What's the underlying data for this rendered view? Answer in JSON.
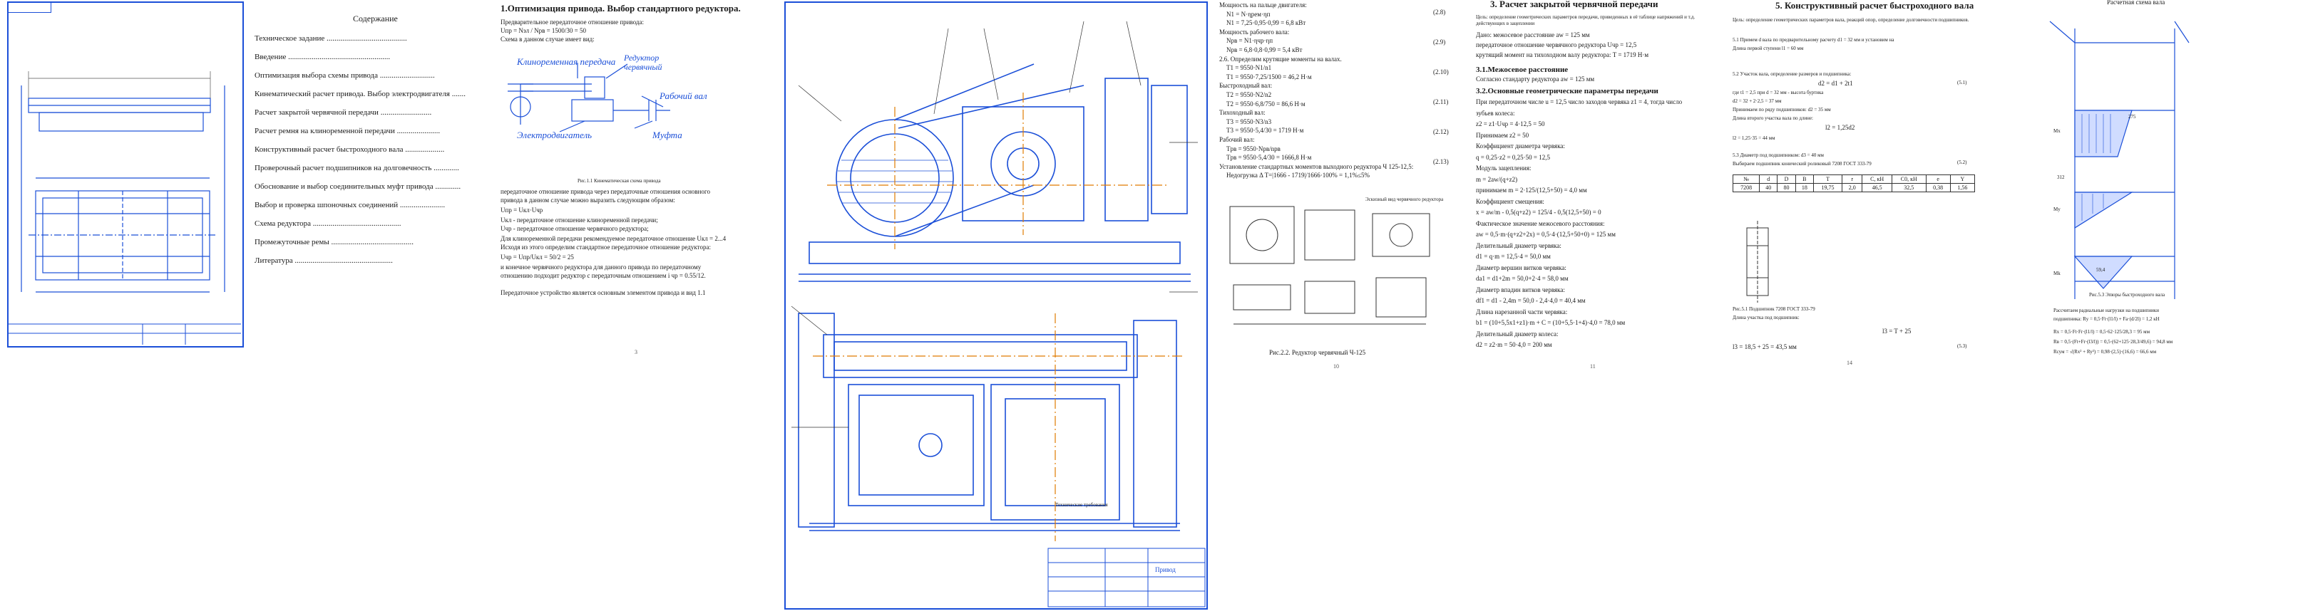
{
  "toc": {
    "title": "Содержание",
    "items": [
      "Техническое задание",
      "Введение",
      "Оптимизация выбора схемы привода",
      "Кинематический расчет привода. Выбор электродвигателя",
      "Расчет закрытой червячной передачи",
      "Расчет ремня на клиноременной передачи",
      "Конструктивный расчет быстроходного вала",
      "Проверочный расчет подшипников на долговечность",
      "Обоснование и выбор соединительных муфт привода",
      "Выбор и проверка шпоночных соединений",
      "Схема редуктора",
      "Промежуточные ремы",
      "Литература"
    ]
  },
  "section1": {
    "heading": "1.Оптимизация привода.  Выбор стандартного редуктора.",
    "intro": "Предварительное передаточное отношение привода:",
    "formula1": "Uпр = Nэл / Nрв = 1500/30 = 50",
    "scheme_label": "Схема в данном случае имеет вид:",
    "label_belt": "Клиноременная передача",
    "label_reducer": "Редуктор червячный",
    "label_motor": "Электродвигатель",
    "label_shaft": "Рабочий вал",
    "label_coupling": "Муфта",
    "fig_caption": "Рис.1.1 Кинематическая схема привода",
    "para1": "передаточное отношение привода через передаточные отношения основного",
    "para2": "привода в данном случае можно выразить следующим образом:",
    "formula2": "Uпр = Uкл·Uчр",
    "def1": "Uкл - передаточное отношение клиноременной передачи;",
    "def2": "Uчр - передаточное отношение червячного редуктора;",
    "para3": "Для клиноременной передачи рекомендуемое передаточное отношение Uкл = 2...4",
    "para4": "Исходя из этого определим стандартное передаточное отношение редуктора:",
    "formula3": "Uчр = Uпр/Uкл = 50/2 = 25",
    "para5": "и конечное червячного редуктора для данного привода по передаточному",
    "para6": "отношению подходит редуктор с передаточным отношением i чр = 0.55/12.",
    "para7": "Передаточное устройство является основным элементом привода и вид 1.1",
    "page": "3"
  },
  "drawing": {
    "annotation1": "Технические требования",
    "stamp": "Привод",
    "page": ""
  },
  "section2": {
    "lines": [
      "Мощность на пальце двигателя:",
      "N1 = N·ηрем·ηп",
      "N1 = 7,25·0,95·0,99 = 6,8 кВт",
      "Мощность рабочего вала:",
      "Nрв = N1·ηчр·ηп",
      "Nрв = 6,8·0,8·0,99 = 5,4 кВт",
      "2.6. Определим крутящие моменты на валах.",
      "T1 = 9550·N1/n1",
      "T1 = 9550·7,25/1500 = 46,2 Н·м",
      "Быстроходный вал:",
      "T2 = 9550·N2/n2",
      "T2 = 9550·6,8/750 = 86,6 Н·м",
      "Тихоходный вал:",
      "T3 = 9550·N3/n3",
      "T3 = 9550·5,4/30 = 1719 Н·м",
      "Рабочий вал:",
      "Tрв = 9550·Nрв/nрв",
      "Tрв = 9550·5,4/30 = 1666,8 Н·м",
      "Установление стандартных моментов выходного редуктора Ч 125-12,5:",
      "Недогрузка Δ T=|1666 - 1719|/1666·100% = 1,1%≤5%"
    ],
    "eq_nums": [
      "(2.8)",
      "(2.9)",
      "(2.10)",
      "(2.11)",
      "(2.12)",
      "(2.13)"
    ],
    "sub_caption": "Эскизный вид червячного редуктора",
    "fig_caption": "Рис.2.2. Редуктор червячный Ч-125",
    "page": "10"
  },
  "section3": {
    "heading": "3. Расчет закрытой червячной передачи",
    "intro": "Цель: определение геометрических параметров передачи, приведенных в её таблице напряжений и т.д. действующих в зацеплении",
    "l1": "Дано: межосевое расстояние aw = 125 мм",
    "l2": "передаточное отношение червячного редуктора Uчр = 12,5",
    "l3": "крутящий момент на тихоходном валу редуктора: T = 1719 Н·м",
    "sub1": "3.1.Межосевое расстояние",
    "s1l1": "Согласно стандарту редуктора aw = 125 мм",
    "sub2": "3.2.Основные геометрические параметры передачи",
    "s2l1": "При передаточном числе u = 12,5 число заходов червяка z1 = 4, тогда число",
    "s2l2": "зубьев колеса:",
    "s2l3": "z2 = z1·Uчр = 4·12,5 = 50",
    "s2l4": "Принимаем z2 = 50",
    "s2l5": "Коэффициент диаметра червяка:",
    "s2l6": "q = 0,25·z2 = 0,25·50 = 12,5",
    "s2l7": "Модуль зацепления:",
    "s2l8": "m = 2aw/(q+z2)",
    "s2l9": "принимаем m = 2·125/(12,5+50) = 4,0 мм",
    "s2l10": "Коэффициент смещения:",
    "s2l11": "x = aw/m - 0,5(q+z2) = 125/4 - 0,5(12,5+50) = 0",
    "s2l12": "Фактическое значение межосевого расстояния:",
    "s2l13": "aw = 0,5·m·(q+z2+2x) = 0,5·4·(12,5+50+0) = 125 мм",
    "s2l14": "Делительный диаметр червяка:",
    "s2l15": "d1 = q·m = 12,5·4 = 50,0 мм",
    "s2l16": "Диаметр вершин витков червяка:",
    "s2l17": "da1 = d1+2m = 50,0+2·4 = 58,0 мм",
    "s2l18": "Диаметр впадин витков червяка:",
    "s2l19": "df1 = d1 - 2,4m = 50,0 - 2,4·4,0 = 40,4 мм",
    "s2l20": "Длина нарезанной части червяка:",
    "s2l21": "b1 = (10+5,5x1+z1)·m + C = (10+5,5·1+4)·4,0 = 78,0 мм",
    "s2l22": "Делительный диаметр колеса:",
    "s2l23": "d2 = z2·m = 50·4,0 = 200 мм",
    "page": "11"
  },
  "section5": {
    "heading": "5. Конструктивный расчет быстроходного вала",
    "intro": "Цель: определение геометрических параметров вала, реакций опор, определение долговечности подшипников.",
    "l1": "5.1 Примем d вала по предварительному расчету d1 = 32 мм и установим на",
    "l2": "Длина первой ступени l1 = 60 мм",
    "l3": "5.2 Участок вала, определение размеров и подшипника:",
    "f1": "d2 = d1 + 2t1",
    "l4": "где t1 = 2,5 при d = 32 мм - высота буртика",
    "l5": "d2 = 32 + 2·2,5 = 37 мм",
    "l6": "Принимаем по ряду подшипников: d2 = 35 мм",
    "l7": "Длина второго участка вала по длине:",
    "f2": "l2 = 1,25d2",
    "l8": "l2 = 1,25·35 = 44 мм",
    "l9": "5.3 Диаметр под подшипником: d3 = 40 мм",
    "l10": "Выбираем подшипник конический роликовый 7208 ГОСТ 333-79",
    "table": {
      "headers": [
        "№",
        "d",
        "D",
        "B",
        "T",
        "r",
        "C, кН",
        "C0, кН",
        "e",
        "Y"
      ],
      "row": [
        "7208",
        "40",
        "80",
        "18",
        "19,75",
        "2,0",
        "46,5",
        "32,5",
        "0,38",
        "1,56"
      ]
    },
    "eq_nums": [
      "(5.1)",
      "(5.2)",
      "(5.3)"
    ],
    "fig_caption": "Рис.5.1 Подшипник 7208 ГОСТ 333-79",
    "l11": "Длина участка под подшипник:",
    "f3": "l3 = T + 25",
    "l12": "l3 = 18,5 + 25 = 43,5 мм",
    "page": "14"
  },
  "diagram": {
    "title": "Расчетная схема вала",
    "labels": {
      "Mx": "Mx",
      "My": "My",
      "Mk": "Mk",
      "v1": "275",
      "v2": "312",
      "v3": "59,4"
    },
    "caption": "Рис.5.3 Эпюры быстроходного вала",
    "text1": "Рассчитаем радиальные нагрузки на подшипники",
    "text2": "подшипника: Rу = 0,5·Ft·(l1/l) + Fa·(d/2l) = 1,2 кН",
    "f1": "Rx = 0,5·Ft·Fr·(l1/l) = 0,5·62·125/28,3 = 95 мм",
    "f2": "Rв = 0,5·(Ft+Fr·(l3/l)) = 0,5·(62+125·28,3/49,6) = 94,8 мм",
    "f3": "Rсум = √(Rx² + Ry²) = 0,98·(2,5)·(16,6) = 66,6 мм"
  }
}
